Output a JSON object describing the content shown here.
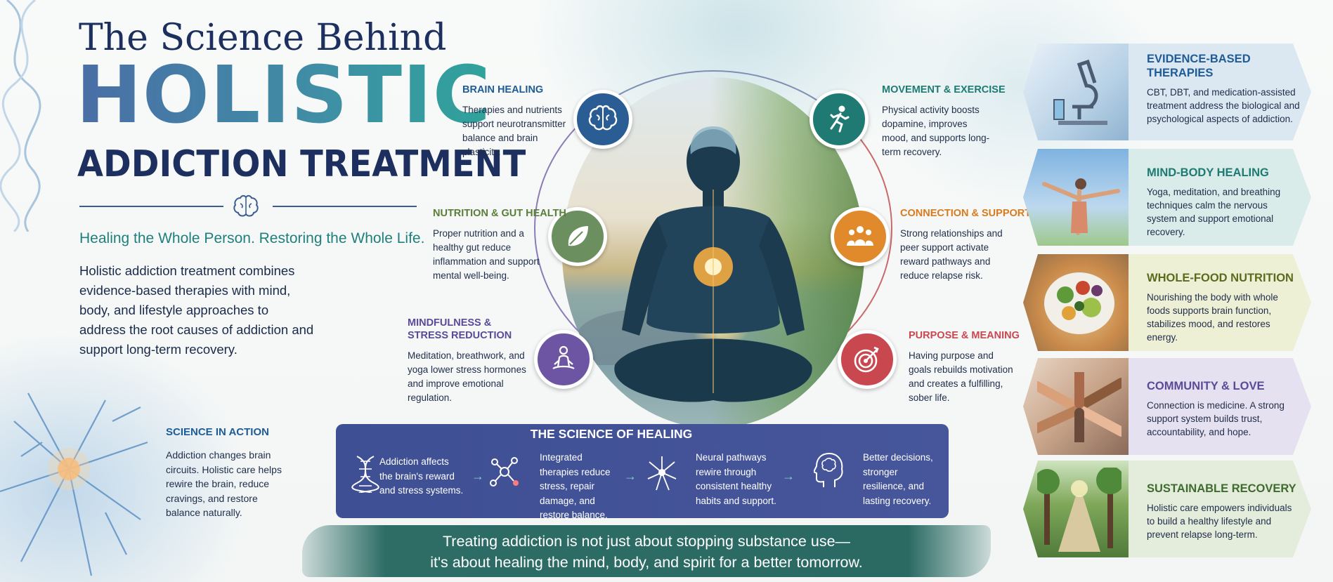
{
  "header": {
    "title_line1": "The Science Behind",
    "title_line2": "HOLISTIC",
    "title_line3": "ADDICTION TREATMENT",
    "tagline": "Healing the Whole Person. Restoring the Whole Life.",
    "intro": "Holistic addiction treatment combines evidence-based therapies with mind, body, and lifestyle approaches to address the root causes of addiction and support long-term recovery."
  },
  "science_in_action": {
    "title": "SCIENCE IN ACTION",
    "text": "Addiction changes brain circuits. Holistic care helps rewire the brain, reduce cravings, and restore balance naturally."
  },
  "pillars": {
    "brain": {
      "title": "BRAIN HEALING",
      "text": "Therapies and nutrients support neurotransmitter balance and brain plasticity.",
      "color": "#2a5d94",
      "icon": "brain-icon"
    },
    "nutrition": {
      "title": "NUTRITION & GUT HEALTH",
      "text": "Proper nutrition and a healthy gut reduce inflammation and support mental well-being.",
      "color": "#6b8f5e",
      "icon": "leaf-icon"
    },
    "mindfulness": {
      "title": "MINDFULNESS & STRESS REDUCTION",
      "text": "Meditation, breathwork, and yoga lower stress hormones and improve emotional regulation.",
      "color": "#6d55a3",
      "icon": "meditation-icon"
    },
    "movement": {
      "title": "MOVEMENT & EXERCISE",
      "text": "Physical activity boosts dopamine, improves mood, and supports long-term recovery.",
      "color": "#1e7a72",
      "icon": "running-icon"
    },
    "connection": {
      "title": "CONNECTION & SUPPORT",
      "text": "Strong relationships and peer support activate reward pathways and reduce relapse risk.",
      "color": "#e08a2c",
      "icon": "group-icon"
    },
    "purpose": {
      "title": "PURPOSE & MEANING",
      "text": "Having purpose and goals rebuilds motivation and creates a fulfilling, sober life.",
      "color": "#c9484f",
      "icon": "target-icon"
    }
  },
  "science_of_healing": {
    "title": "THE SCIENCE OF HEALING",
    "steps": [
      {
        "text": "Addiction affects the brain's reward and stress systems.",
        "icon": "dna-icon"
      },
      {
        "text": "Integrated therapies reduce stress, repair damage, and restore balance.",
        "icon": "molecule-icon"
      },
      {
        "text": "Neural pathways rewire through consistent healthy habits and support.",
        "icon": "neuron-icon"
      },
      {
        "text": "Better decisions, stronger resilience, and lasting recovery.",
        "icon": "head-brain-icon"
      }
    ],
    "arrow_glyph": "→"
  },
  "banner": {
    "line1": "Treating addiction is not just about stopping substance use—",
    "line2": "it's about healing the mind, body, and spirit for a better tomorrow."
  },
  "cards": [
    {
      "title": "EVIDENCE-BASED THERAPIES",
      "text": "CBT, DBT, and medication-assisted treatment address the biological and psychological aspects of addiction.",
      "color": "#1f5c96",
      "bg": "#dbe8f2",
      "icon": "microscope-icon"
    },
    {
      "title": "MIND-BODY HEALING",
      "text": "Yoga, meditation, and breathing techniques calm the nervous system and support emotional recovery.",
      "color": "#1e7a72",
      "bg": "#d9ece9",
      "icon": "breathing-icon"
    },
    {
      "title": "WHOLE-FOOD NUTRITION",
      "text": "Nourishing the body with whole foods supports brain function, stabilizes mood, and restores energy.",
      "color": "#5a6b1e",
      "bg": "#eef0d6",
      "icon": "salad-icon"
    },
    {
      "title": "COMMUNITY & LOVE",
      "text": "Connection is medicine. A strong support system builds trust, accountability, and hope.",
      "color": "#5a4a98",
      "bg": "#e6e1f0",
      "icon": "hands-icon"
    },
    {
      "title": "SUSTAINABLE RECOVERY",
      "text": "Holistic care empowers individuals to build a healthy lifestyle and prevent relapse long-term.",
      "color": "#3f6b2e",
      "bg": "#e4ecdb",
      "icon": "path-icon"
    }
  ]
}
